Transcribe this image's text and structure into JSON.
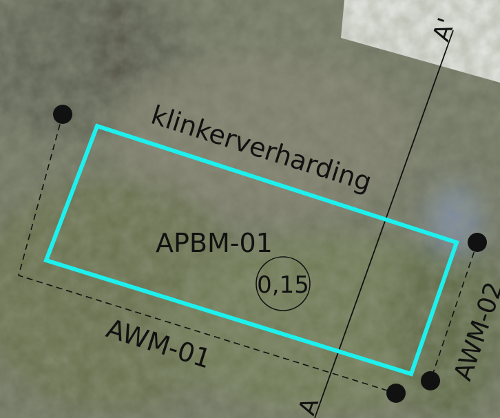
{
  "labels": {
    "surface": "klinkerverharding",
    "boundary_id": "APBM-01",
    "depth_value": "0,15",
    "trench_left": "AWM-01",
    "trench_right": "AWM-02",
    "section_start": "A",
    "section_end": "A'"
  },
  "colors": {
    "boundary": "#1ef0ee",
    "linework": "#111111",
    "background": "#6e7060"
  },
  "icons": {
    "marker": "filled-circle",
    "depth_badge": "circle-outline"
  }
}
